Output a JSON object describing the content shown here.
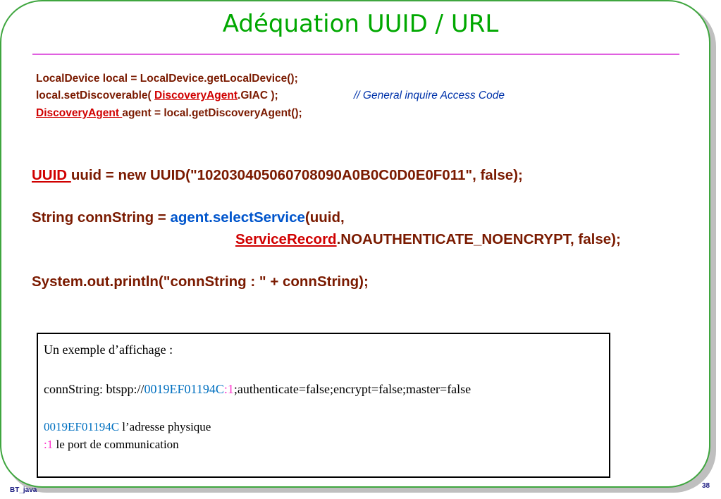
{
  "slide": {
    "title": "Adéquation UUID / URL",
    "page_number": "38",
    "footer": "BT_java"
  },
  "code_top": {
    "line1": "LocalDevice local = LocalDevice.getLocalDevice();",
    "line2_pre": "local.setDiscoverable( ",
    "line2_link": "DiscoveryAgent",
    "line2_post": ".GIAC );",
    "line2_comment": "// General inquire Access Code",
    "line3_link": "DiscoveryAgent ",
    "line3_post": "agent = local.getDiscoveryAgent();"
  },
  "code_main": {
    "uuid_link": "UUID ",
    "uuid_rest": "uuid = new UUID(\"102030405060708090A0B0C0D0E0F011\", false);",
    "conn_pre": "String connString = ",
    "conn_method": "agent.selectService",
    "conn_post": "(uuid,",
    "record_link": "ServiceRecord",
    "record_rest": ".NOAUTHENTICATE_NOENCRYPT, false);",
    "print_line": "System.out.println(\"connString : \" + connString);"
  },
  "example_box": {
    "heading": "Un exemple d’affichage :",
    "conn_label": "connString: btspp://",
    "conn_address": "0019EF01194C",
    "conn_port": ":1",
    "conn_rest": ";authenticate=false;encrypt=false;master=false",
    "address_value": "0019EF01194C",
    "address_desc": " l’adresse physique",
    "port_value": ":1",
    "port_desc": " le port de communication"
  },
  "colors": {
    "title": "#00a800",
    "frame_border": "#3fa63f",
    "rule": "#e060e0",
    "code": "#7a1a00",
    "link_red": "#d00000",
    "method_blue": "#0055cc",
    "address_cyan": "#0070c0",
    "port_pink": "#ff33cc"
  }
}
